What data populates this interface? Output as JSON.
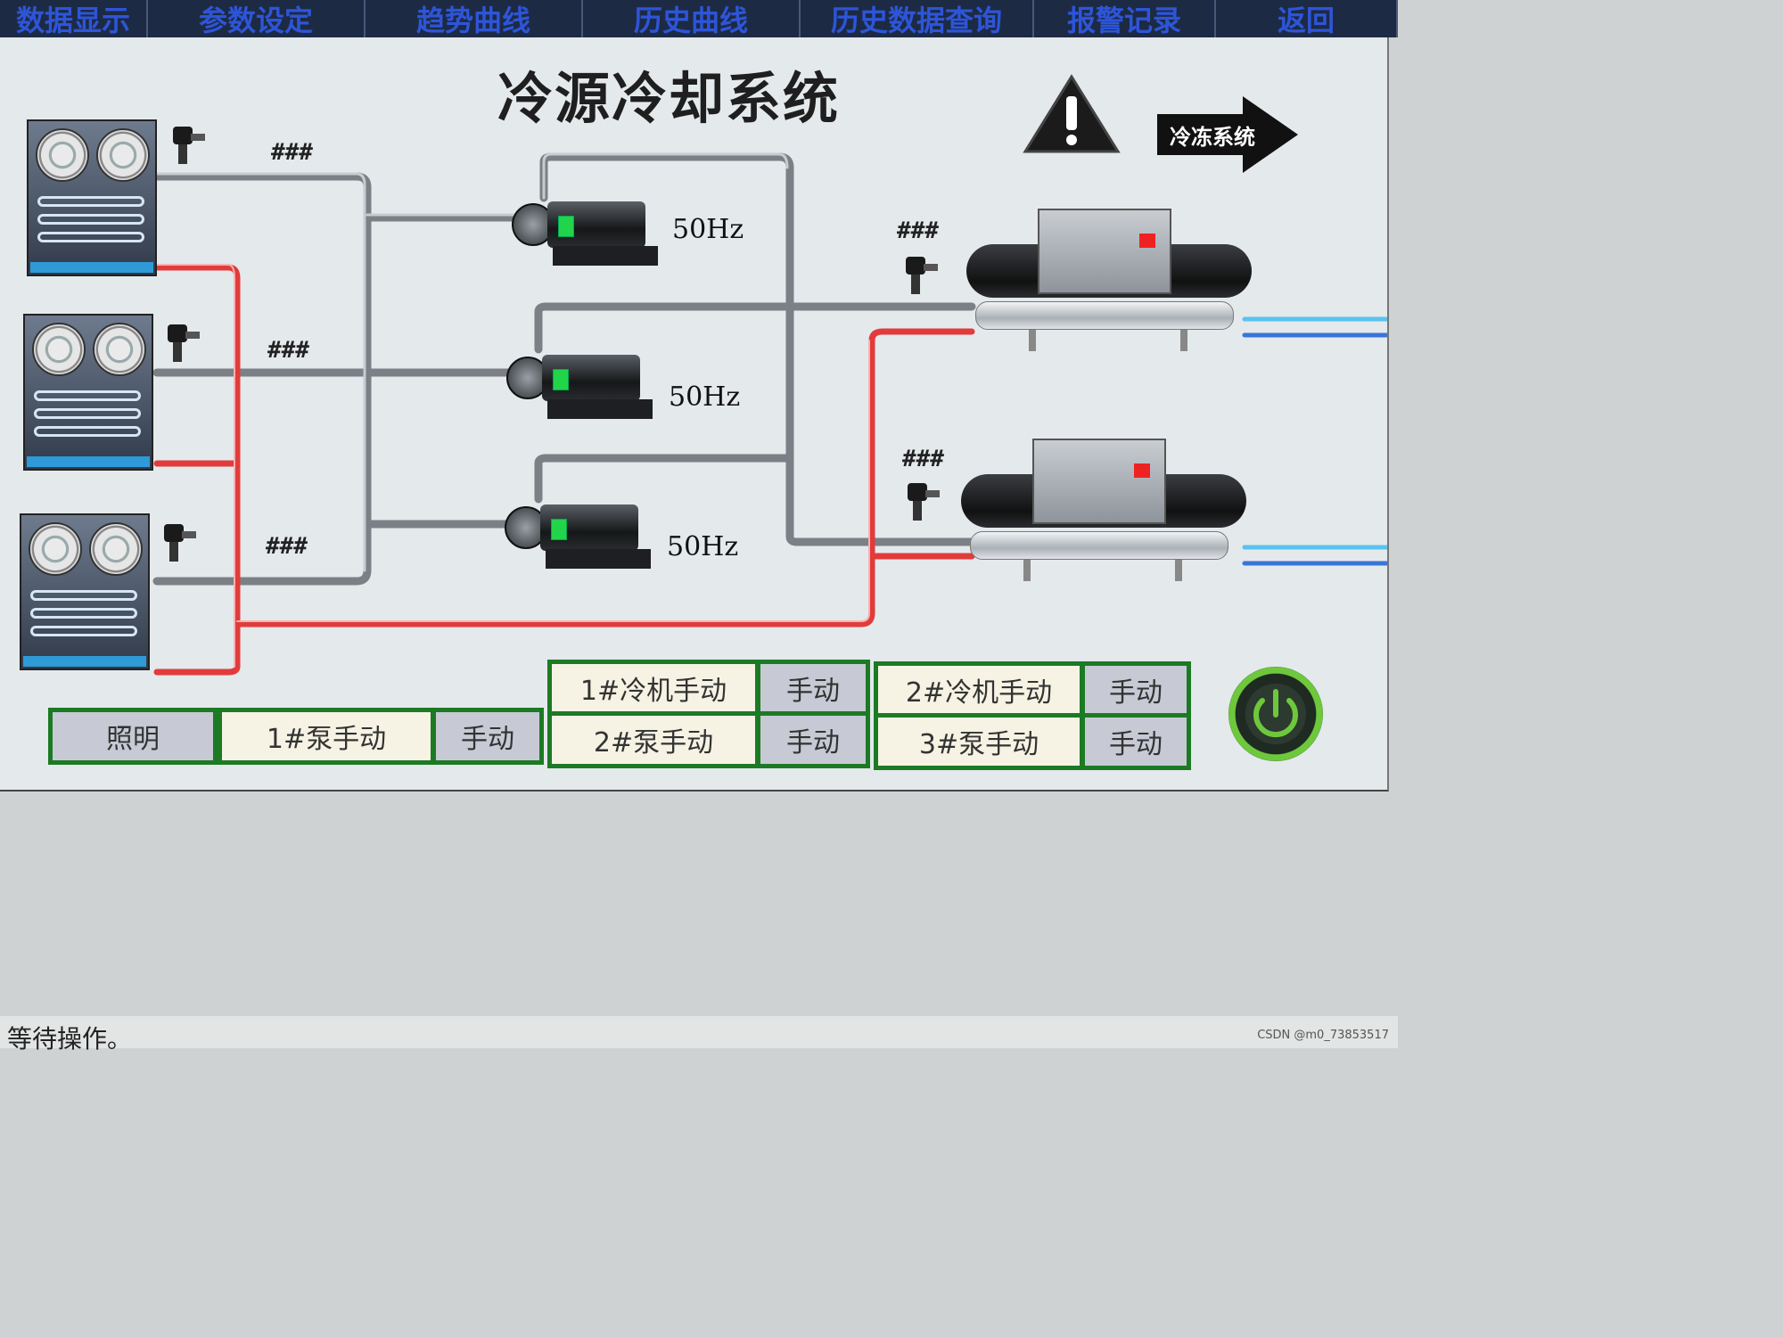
{
  "nav": {
    "items": [
      "数据显示",
      "参数设定",
      "趋势曲线",
      "历史曲线",
      "历史数据查询",
      "报警记录",
      "返回"
    ]
  },
  "screen": {
    "title": "冷源冷却系统",
    "freeze_link": "冷冻系统",
    "tower_tags": [
      "###",
      "###",
      "###"
    ],
    "chiller_tags": [
      "###",
      "###"
    ],
    "pump_freqs": [
      "50Hz",
      "50Hz",
      "50Hz"
    ]
  },
  "controls": {
    "lighting": "照明",
    "pump1_label": "1#泵手动",
    "pump1_mode": "手动",
    "chiller1_label": "1#冷机手动",
    "chiller1_mode": "手动",
    "pump2_label": "2#泵手动",
    "pump2_mode": "手动",
    "chiller2_label": "2#冷机手动",
    "chiller2_mode": "手动",
    "pump3_label": "3#泵手动",
    "pump3_mode": "手动"
  },
  "status": {
    "text": "等待操作。",
    "watermark": "CSDN @m0_73853517"
  },
  "colors": {
    "nav_bg": "#1d2a44",
    "nav_text": "#2d55d8",
    "hot_pipe": "#e23b3b",
    "cold_pipe": "#3a74d8",
    "frame_green": "#1c7a24",
    "power_ring": "#6ec83c"
  },
  "icons": [
    "warning-icon",
    "arrow-right-icon",
    "power-icon",
    "fan-icon",
    "valve-icon",
    "pump-icon",
    "chiller-icon"
  ]
}
